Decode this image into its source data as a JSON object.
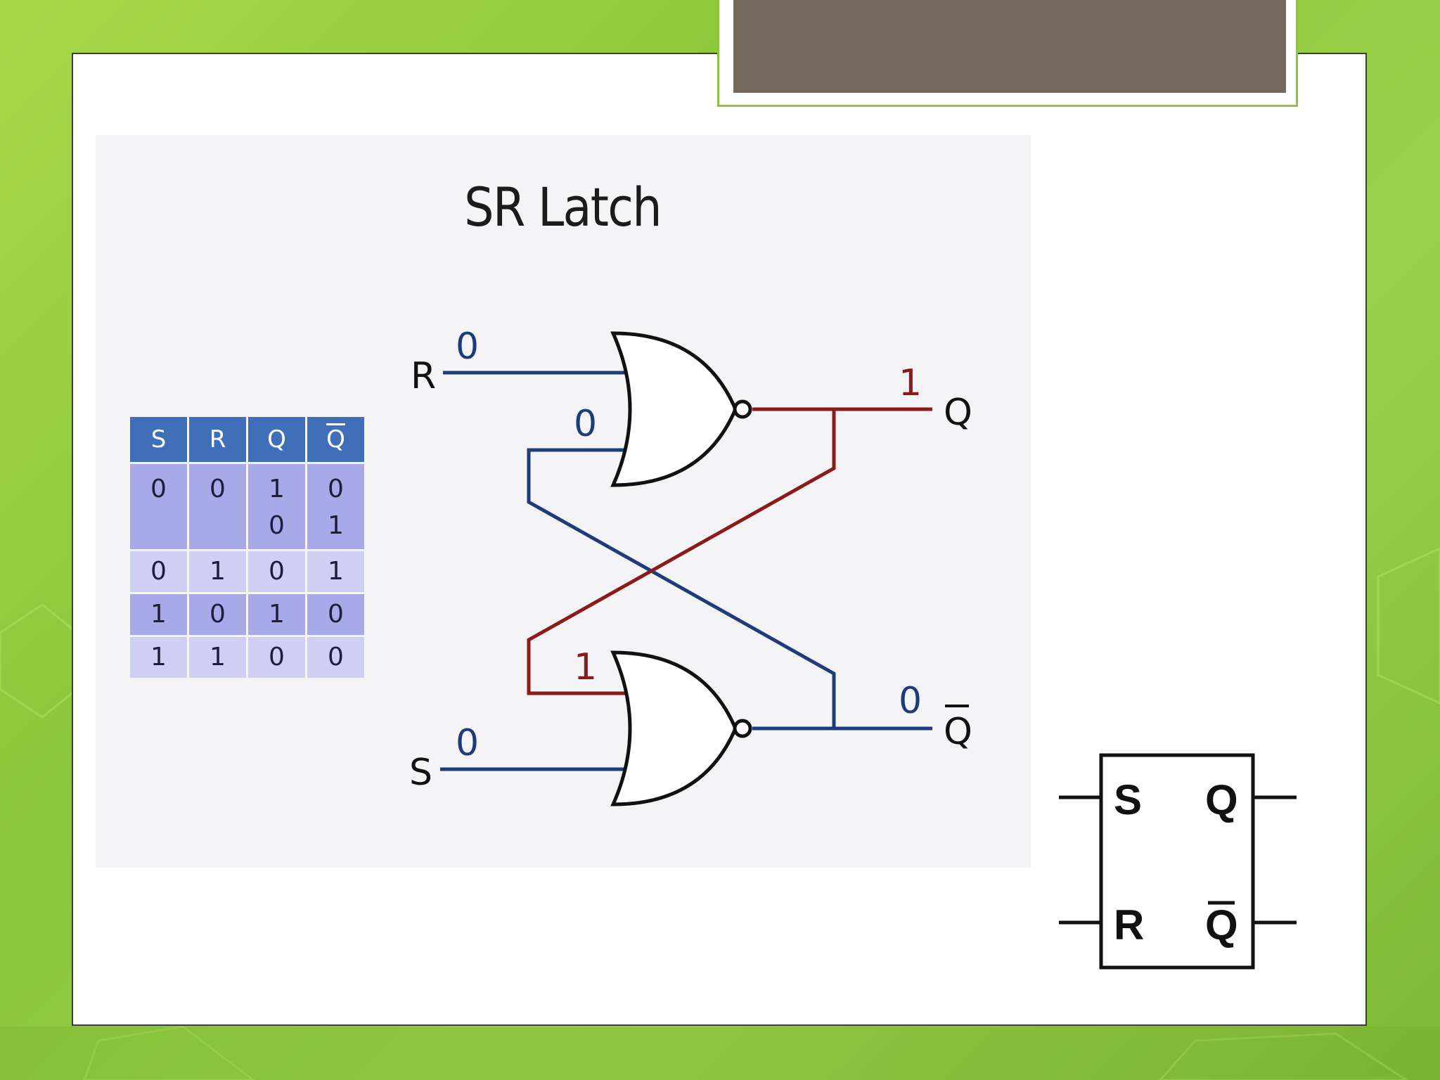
{
  "diagram": {
    "title": "SR Latch",
    "truth_table": {
      "headers": [
        "S",
        "R",
        "Q",
        "Q"
      ],
      "overline_header_index": 3,
      "rows": [
        {
          "S": "0",
          "R": "0",
          "Q": "1",
          "Qbar": "0",
          "Q2": "0",
          "Qbar2": "1"
        },
        {
          "S": "0",
          "R": "1",
          "Q": "0",
          "Qbar": "1"
        },
        {
          "S": "1",
          "R": "0",
          "Q": "1",
          "Qbar": "0"
        },
        {
          "S": "1",
          "R": "1",
          "Q": "0",
          "Qbar": "0"
        }
      ]
    },
    "circuit": {
      "input_r_label": "R",
      "input_s_label": "S",
      "output_q_label": "Q",
      "output_qbar_label": "Q",
      "r_value": "0",
      "s_value": "0",
      "upper_feedback_value": "0",
      "lower_feedback_value": "1",
      "q_value": "1",
      "qbar_value": "0",
      "colors": {
        "high_wire": "#8b1a1a",
        "low_wire": "#1f3b7a",
        "gate_stroke": "#111111"
      }
    },
    "symbol": {
      "s_label": "S",
      "r_label": "R",
      "q_label": "Q",
      "qbar_label": "Q"
    }
  },
  "slide": {
    "accent_color": "#8cc63a",
    "title_bar_color": "#74695c"
  }
}
